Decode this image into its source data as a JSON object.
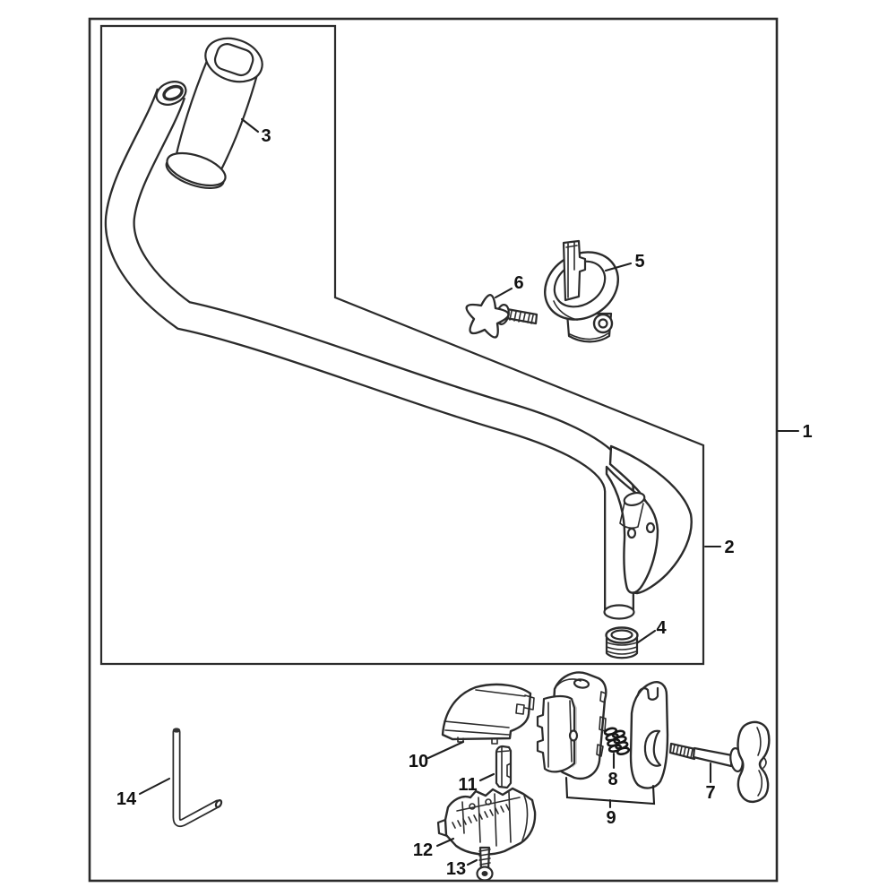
{
  "diagram": {
    "type": "exploded-parts-diagram",
    "background": "#ffffff",
    "line_color": "#2b2b2b",
    "label_color": "#111111",
    "parts": [
      {
        "label": "1"
      },
      {
        "label": "2"
      },
      {
        "label": "3"
      },
      {
        "label": "4"
      },
      {
        "label": "5"
      },
      {
        "label": "6"
      },
      {
        "label": "7"
      },
      {
        "label": "8"
      },
      {
        "label": "9"
      },
      {
        "label": "10"
      },
      {
        "label": "11"
      },
      {
        "label": "12"
      },
      {
        "label": "13"
      },
      {
        "label": "14"
      }
    ]
  }
}
